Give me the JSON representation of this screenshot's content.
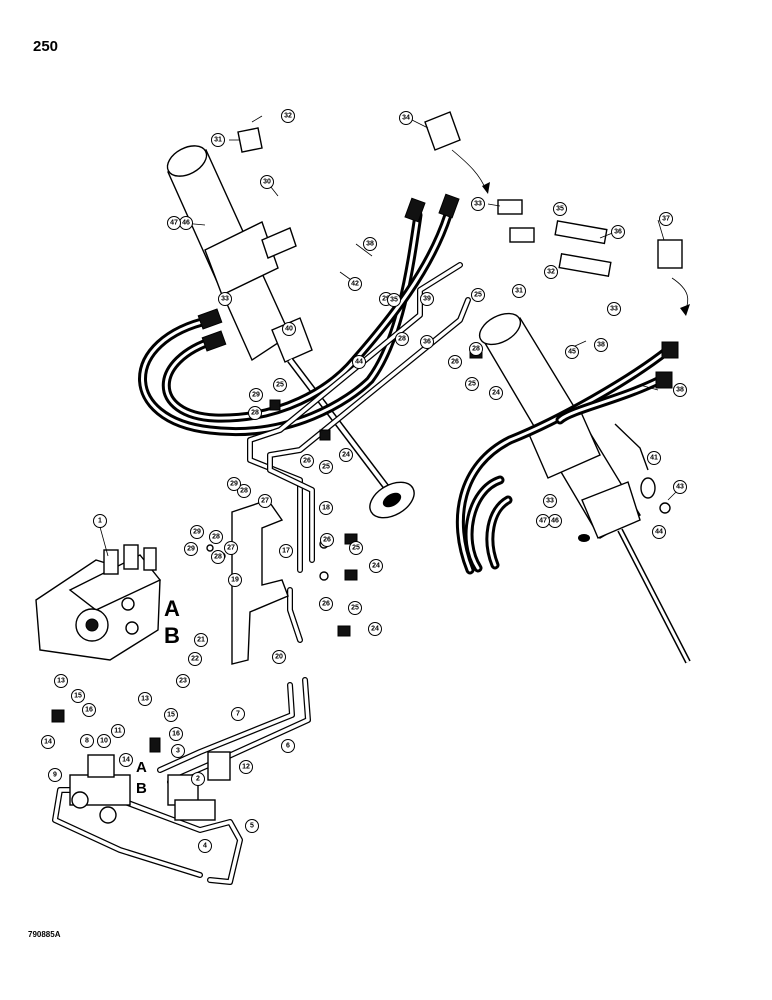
{
  "page_number": "250",
  "figure_code": "790885A",
  "port_labels": {
    "valve_a": "A",
    "valve_b": "B",
    "fitting_a": "A",
    "fitting_b": "B"
  },
  "callouts": [
    "1",
    "2",
    "3",
    "4",
    "5",
    "6",
    "7",
    "8",
    "9",
    "10",
    "11",
    "12",
    "13",
    "14",
    "15",
    "16",
    "17",
    "18",
    "19",
    "20",
    "21",
    "22",
    "23",
    "24",
    "25",
    "26",
    "27",
    "28",
    "29",
    "30",
    "31",
    "32",
    "33",
    "34",
    "35",
    "36",
    "37",
    "38",
    "39",
    "40",
    "41",
    "42",
    "43",
    "44",
    "45",
    "46",
    "47"
  ]
}
